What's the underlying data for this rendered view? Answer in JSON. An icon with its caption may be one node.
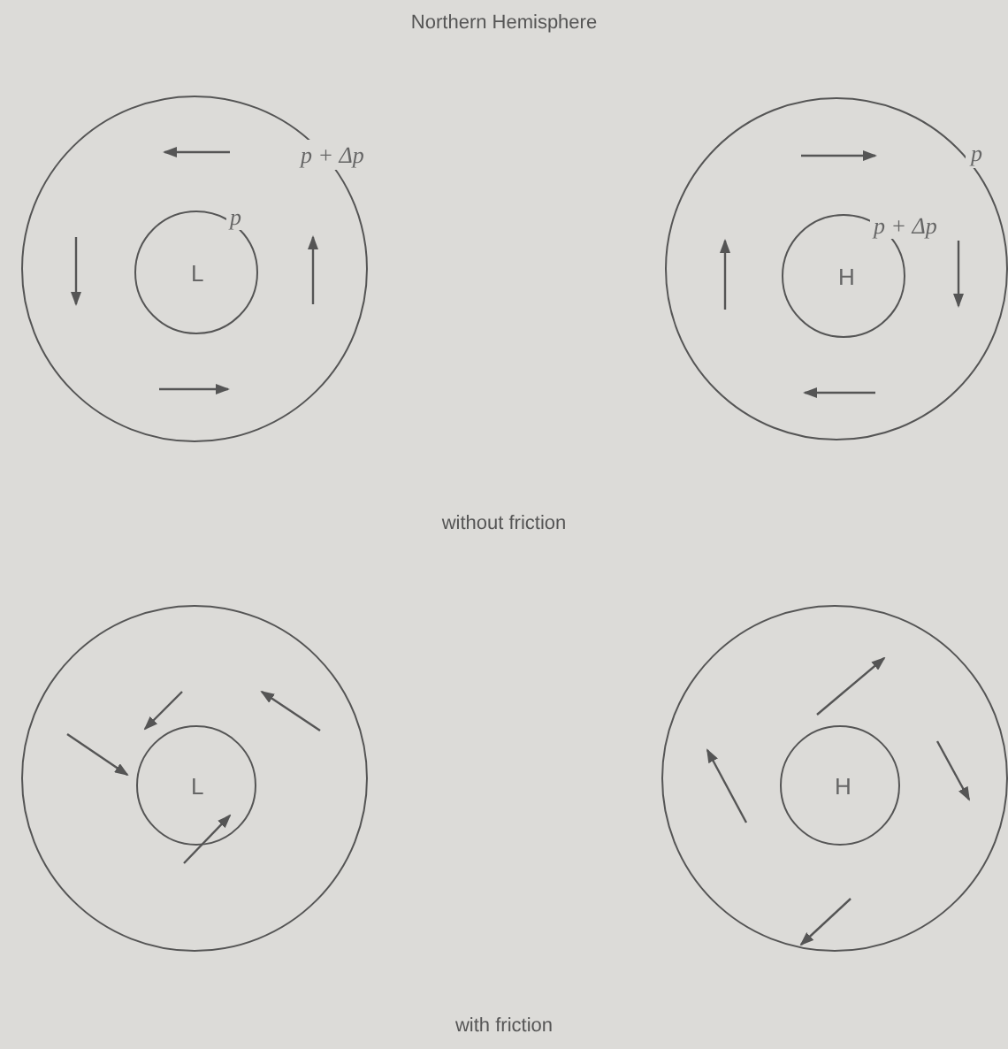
{
  "diagram": {
    "title": "Northern Hemisphere",
    "nodes": [
      {
        "text": [
          "p + Δp"
        ]
      },
      {
        "text": [
          "L",
          "p"
        ],
        "in": 0
      },
      {
        "text": [
          "p"
        ]
      },
      {
        "text": [
          "H",
          "p + Δp"
        ],
        "in": 2
      },
      {
        "text": [],
        "shape": "circle"
      },
      {
        "text": [
          "L"
        ],
        "in": 4
      },
      {
        "text": [],
        "shape": "circle"
      },
      {
        "text": [
          "H"
        ],
        "in": 6
      }
    ],
    "edges": [],
    "labels": [
      "without friction",
      "with friction"
    ]
  }
}
